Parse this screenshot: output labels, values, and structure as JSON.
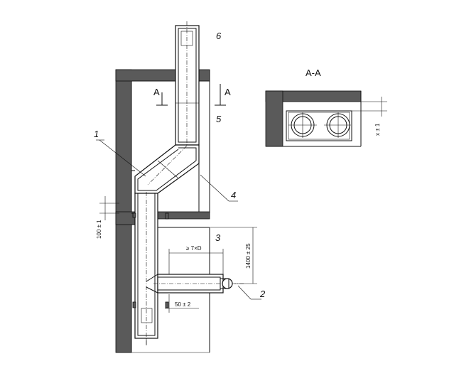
{
  "labels": {
    "part1": "1",
    "part2": "2",
    "part3": "3",
    "part4": "4",
    "part5": "5",
    "part6": "6",
    "section_marker_left": "A",
    "section_marker_right": "A",
    "section_title": "A-A"
  },
  "dimensions": {
    "vertical_offset": "100 ± 1",
    "horizontal_length": "≥ 7×D",
    "height": "1400 ± 25",
    "gap": "50 ± 2",
    "section_x": "x ± 1"
  }
}
